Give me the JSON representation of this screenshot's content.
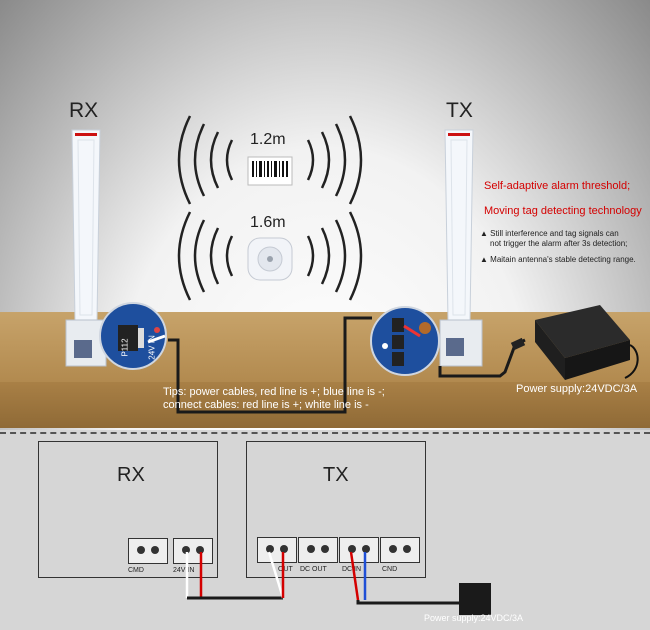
{
  "top": {
    "rx_label": "RX",
    "tx_label": "TX",
    "distance_1": "1.2m",
    "distance_2": "1.6m",
    "feature_1": "Self-adaptive alarm threshold;",
    "feature_2": "Moving tag detecting technology",
    "note_1_line_1": "Still interference and tag signals can",
    "note_1_line_2": "not trigger the alarm after 3s detection;",
    "note_2": "Maitain antenna's stable detecting range.",
    "tips_line_1": "Tips: power cables, red line is +; blue line is -;",
    "tips_line_2": "connect cables: red line is +; white line is -",
    "power_supply": "Power supply:24VDC/3A",
    "rx_board_text_1": "P112",
    "rx_board_text_2": "24V IN"
  },
  "wiring": {
    "rx_title": "RX",
    "tx_title": "TX",
    "rx_terminals": [
      "CMD",
      "24V IN"
    ],
    "tx_terminals": [
      "OUT",
      "DC OUT",
      "DC IN",
      "CND"
    ],
    "power_supply": "Power supply:24VDC/3A"
  },
  "colors": {
    "accent_red": "#d40000",
    "power_blue": "#1f4fd6",
    "table": "#c7a36a"
  }
}
